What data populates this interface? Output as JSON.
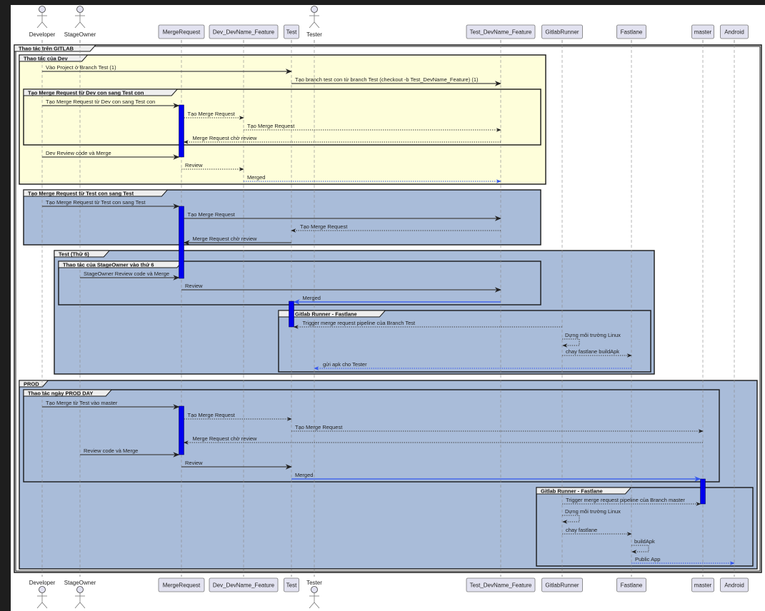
{
  "colors": {
    "background_frame": "#1e1e1e",
    "canvas": "#ffffff",
    "participant_fill": "#e2e2f0",
    "participant_border": "#181818",
    "actor_fill": "#e2e2f0",
    "lifeline": "#9a9a9a",
    "dev_group_fill": "#fefeda",
    "blue_group_fill": "#a9bcd9",
    "activation": "#0000ee",
    "blue_arrow": "#3355ee",
    "arrow": "#444444"
  },
  "participants": [
    {
      "id": "developer",
      "label": "Developer",
      "type": "actor"
    },
    {
      "id": "stageowner",
      "label": "StageOwner",
      "type": "actor"
    },
    {
      "id": "mergerequest",
      "label": "MergeRequest",
      "type": "box"
    },
    {
      "id": "devfeature",
      "label": "Dev_DevName_Feature",
      "type": "box"
    },
    {
      "id": "test",
      "label": "Test",
      "type": "box"
    },
    {
      "id": "tester",
      "label": "Tester",
      "type": "actor"
    },
    {
      "id": "testfeature",
      "label": "Test_DevName_Feature",
      "type": "box"
    },
    {
      "id": "gitlabrunner",
      "label": "GitlabRunner",
      "type": "box"
    },
    {
      "id": "fastlane",
      "label": "Fastlane",
      "type": "box"
    },
    {
      "id": "master",
      "label": "master",
      "type": "box"
    },
    {
      "id": "android",
      "label": "Android",
      "type": "box"
    }
  ],
  "groups": [
    {
      "id": "gitlab",
      "label": "Thao tác trên GITLAB",
      "style": "white"
    },
    {
      "id": "dev",
      "label": "Thao tác của Dev",
      "style": "yellow"
    },
    {
      "id": "mr-dev",
      "label": "Tạo Merge Request từ Dev con sang Test con",
      "style": "none"
    },
    {
      "id": "mr-test",
      "label": "Tạo Merge Request từ Test con sang Test",
      "style": "blue"
    },
    {
      "id": "test-fri",
      "label": "Test (Thứ 6)",
      "style": "blue"
    },
    {
      "id": "stageowner-fri",
      "label": "Thao tác của StageOwner vào thứ 6",
      "style": "none"
    },
    {
      "id": "runner1",
      "label": "Gitlab Runner - Fastlane",
      "style": "none"
    },
    {
      "id": "prod",
      "label": "PROD",
      "style": "blue"
    },
    {
      "id": "prod-day",
      "label": "Thao tác ngày PROD DAY",
      "style": "none"
    },
    {
      "id": "runner2",
      "label": "Gitlab Runner - Fastlane",
      "style": "none"
    }
  ],
  "messages": [
    {
      "from": "developer",
      "to": "test",
      "label": "Vào Project ở Branch Test (1)",
      "style": "solid"
    },
    {
      "from": "test",
      "to": "testfeature",
      "label": "Tạo branch test con từ branch Test (checkout -b Test_DevName_Feature) (1)",
      "style": "solid"
    },
    {
      "from": "developer",
      "to": "mergerequest",
      "label": "Tạo Merge Request từ Dev con sang Test con",
      "style": "solid"
    },
    {
      "from": "mergerequest",
      "to": "devfeature",
      "label": "Tạo Merge Request",
      "style": "dotted"
    },
    {
      "from": "devfeature",
      "to": "testfeature",
      "label": "Tạo Merge Request",
      "style": "dotted"
    },
    {
      "from": "testfeature",
      "to": "mergerequest",
      "label": "Merge Request chờ review",
      "style": "dotted"
    },
    {
      "from": "developer",
      "to": "mergerequest",
      "label": "Dev Review code và Merge",
      "style": "solid"
    },
    {
      "from": "mergerequest",
      "to": "devfeature",
      "label": "Review",
      "style": "dotted"
    },
    {
      "from": "devfeature",
      "to": "testfeature",
      "label": "Merged",
      "style": "blue-dotted"
    },
    {
      "from": "developer",
      "to": "mergerequest",
      "label": "Tạo Merge Request từ Test con sang Test",
      "style": "solid"
    },
    {
      "from": "mergerequest",
      "to": "testfeature",
      "label": "Tạo Merge Request",
      "style": "solid"
    },
    {
      "from": "testfeature",
      "to": "test",
      "label": "Tạo Merge Request",
      "style": "dotted"
    },
    {
      "from": "test",
      "to": "mergerequest",
      "label": "Merge Request chờ review",
      "style": "solid"
    },
    {
      "from": "stageowner",
      "to": "mergerequest",
      "label": "StageOwner Review code và Merge",
      "style": "solid"
    },
    {
      "from": "mergerequest",
      "to": "testfeature",
      "label": "Review",
      "style": "solid"
    },
    {
      "from": "testfeature",
      "to": "test",
      "label": "Merged",
      "style": "blue-solid"
    },
    {
      "from": "gitlabrunner",
      "to": "test",
      "label": "Trigger merge request pipeline của Branch Test",
      "style": "dotted"
    },
    {
      "from": "gitlabrunner",
      "to": "gitlabrunner",
      "label": "Dựng môi trường Linux",
      "style": "dotted-self"
    },
    {
      "from": "gitlabrunner",
      "to": "fastlane",
      "label": "chay fastlane buildApk",
      "style": "dotted"
    },
    {
      "from": "fastlane",
      "to": "tester",
      "label": "gửi apk cho Tester",
      "style": "blue-dotted"
    },
    {
      "from": "developer",
      "to": "mergerequest",
      "label": "Tạo Merge từ Test vào master",
      "style": "solid"
    },
    {
      "from": "mergerequest",
      "to": "test",
      "label": "Tạo Merge Request",
      "style": "dotted"
    },
    {
      "from": "test",
      "to": "master",
      "label": "Tạo Merge Request",
      "style": "dotted"
    },
    {
      "from": "master",
      "to": "mergerequest",
      "label": "Merge Request chờ review",
      "style": "dotted"
    },
    {
      "from": "stageowner",
      "to": "mergerequest",
      "label": "Review code và Merge",
      "style": "solid"
    },
    {
      "from": "mergerequest",
      "to": "test",
      "label": "Review",
      "style": "solid"
    },
    {
      "from": "test",
      "to": "master",
      "label": "Merged",
      "style": "blue-solid"
    },
    {
      "from": "gitlabrunner",
      "to": "master",
      "label": "Trigger merge request pipeline của Branch master",
      "style": "dotted"
    },
    {
      "from": "gitlabrunner",
      "to": "gitlabrunner",
      "label": "Dựng môi trường Linux",
      "style": "dotted-self"
    },
    {
      "from": "gitlabrunner",
      "to": "fastlane",
      "label": "chay fastlane",
      "style": "dotted"
    },
    {
      "from": "fastlane",
      "to": "fastlane",
      "label": "buildApk",
      "style": "dotted-self"
    },
    {
      "from": "fastlane",
      "to": "android",
      "label": "Public App",
      "style": "blue-dotted"
    }
  ]
}
